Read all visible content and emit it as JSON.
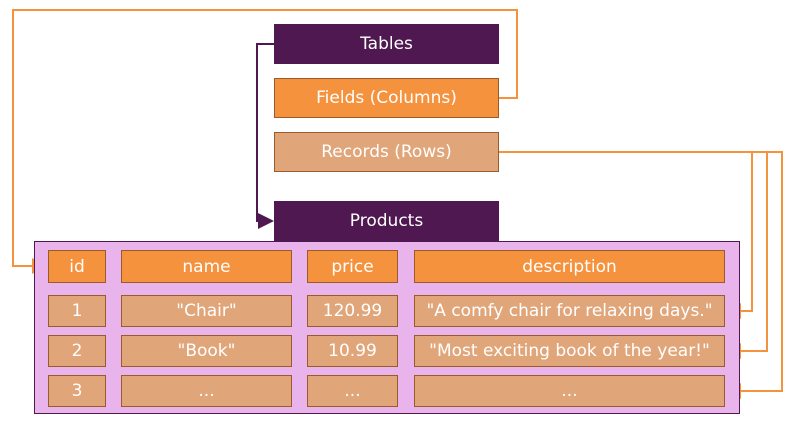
{
  "legend": {
    "tables": "Tables",
    "fields": "Fields (Columns)",
    "records": "Records (Rows)"
  },
  "table": {
    "title": "Products",
    "headers": [
      "id",
      "name",
      "price",
      "description"
    ],
    "rows": [
      [
        "1",
        "\"Chair\"",
        "120.99",
        "\"A comfy chair for relaxing days.\""
      ],
      [
        "2",
        "\"Book\"",
        "10.99",
        "\"Most exciting book of the year!\""
      ],
      [
        "3",
        "...",
        "...",
        "..."
      ]
    ]
  },
  "colors": {
    "purple": "#4f1850",
    "orange": "#f5923e",
    "tan": "#e1a57a",
    "panel": "#e9b4ec"
  }
}
